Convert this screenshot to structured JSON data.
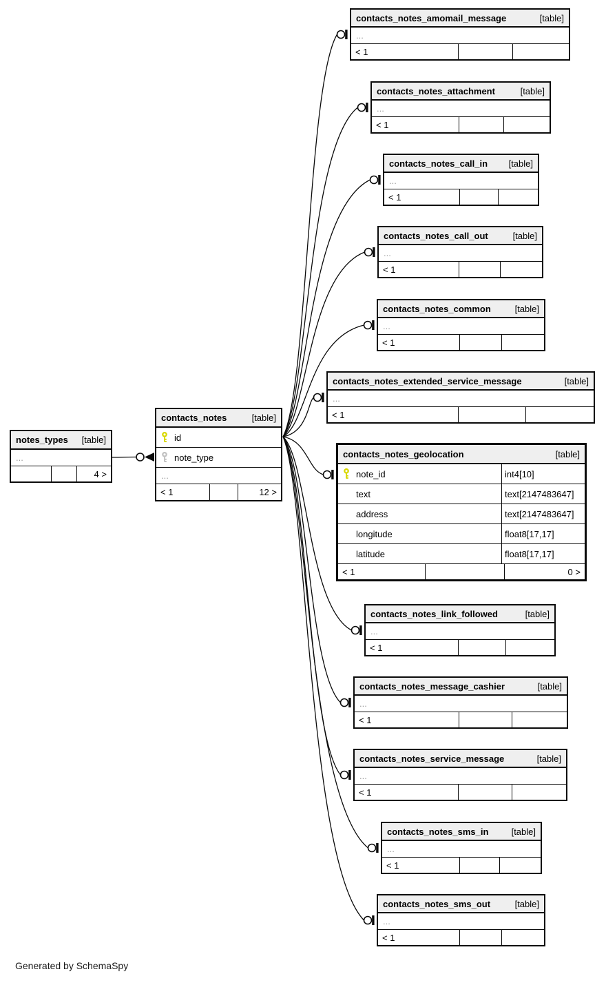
{
  "credit": "Generated by SchemaSpy",
  "colors": {
    "header_bg": "#efefef",
    "primary_key": "#d8d800",
    "foreign_key": "#c2c2c2",
    "border": "#0a0a0a",
    "ellipsis_text": "#9c9c9c"
  },
  "tables": [
    {
      "id": "notes_types",
      "name": "notes_types",
      "tag": "[table]",
      "ellipsis": "...",
      "footer": {
        "left": "",
        "mid": "",
        "right": "4 >"
      }
    },
    {
      "id": "contacts_notes",
      "name": "contacts_notes",
      "tag": "[table]",
      "columns": [
        {
          "key": "pk",
          "label": "id"
        },
        {
          "key": "fk",
          "label": "note_type"
        }
      ],
      "ellipsis": "...",
      "footer": {
        "left": "< 1",
        "mid": "",
        "right": "12 >"
      }
    },
    {
      "id": "contacts_notes_amomail_message",
      "name": "contacts_notes_amomail_message",
      "tag": "[table]",
      "ellipsis": "...",
      "footer": {
        "left": "< 1",
        "mid": "",
        "right": ""
      }
    },
    {
      "id": "contacts_notes_attachment",
      "name": "contacts_notes_attachment",
      "tag": "[table]",
      "ellipsis": "...",
      "footer": {
        "left": "< 1",
        "mid": "",
        "right": ""
      }
    },
    {
      "id": "contacts_notes_call_in",
      "name": "contacts_notes_call_in",
      "tag": "[table]",
      "ellipsis": "...",
      "footer": {
        "left": "< 1",
        "mid": "",
        "right": ""
      }
    },
    {
      "id": "contacts_notes_call_out",
      "name": "contacts_notes_call_out",
      "tag": "[table]",
      "ellipsis": "...",
      "footer": {
        "left": "< 1",
        "mid": "",
        "right": ""
      }
    },
    {
      "id": "contacts_notes_common",
      "name": "contacts_notes_common",
      "tag": "[table]",
      "ellipsis": "...",
      "footer": {
        "left": "< 1",
        "mid": "",
        "right": ""
      }
    },
    {
      "id": "contacts_notes_extended_service_message",
      "name": "contacts_notes_extended_service_message",
      "tag": "[table]",
      "ellipsis": "...",
      "footer": {
        "left": "< 1",
        "mid": "",
        "right": ""
      }
    },
    {
      "id": "contacts_notes_geolocation",
      "name": "contacts_notes_geolocation",
      "tag": "[table]",
      "columns": [
        {
          "key": "pk",
          "label": "note_id",
          "type": "int4[10]"
        },
        {
          "label": "text",
          "type": "text[2147483647]"
        },
        {
          "label": "address",
          "type": "text[2147483647]"
        },
        {
          "label": "longitude",
          "type": "float8[17,17]"
        },
        {
          "label": "latitude",
          "type": "float8[17,17]"
        }
      ],
      "footer": {
        "left": "< 1",
        "mid": "",
        "right": "0 >"
      }
    },
    {
      "id": "contacts_notes_link_followed",
      "name": "contacts_notes_link_followed",
      "tag": "[table]",
      "ellipsis": "...",
      "footer": {
        "left": "< 1",
        "mid": "",
        "right": ""
      }
    },
    {
      "id": "contacts_notes_message_cashier",
      "name": "contacts_notes_message_cashier",
      "tag": "[table]",
      "ellipsis": "...",
      "footer": {
        "left": "< 1",
        "mid": "",
        "right": ""
      }
    },
    {
      "id": "contacts_notes_service_message",
      "name": "contacts_notes_service_message",
      "tag": "[table]",
      "ellipsis": "...",
      "footer": {
        "left": "< 1",
        "mid": "",
        "right": ""
      }
    },
    {
      "id": "contacts_notes_sms_in",
      "name": "contacts_notes_sms_in",
      "tag": "[table]",
      "ellipsis": "...",
      "footer": {
        "left": "< 1",
        "mid": "",
        "right": ""
      }
    },
    {
      "id": "contacts_notes_sms_out",
      "name": "contacts_notes_sms_out",
      "tag": "[table]",
      "ellipsis": "...",
      "footer": {
        "left": "< 1",
        "mid": "",
        "right": ""
      }
    }
  ],
  "relationships": [
    {
      "source": "notes_types",
      "target": "contacts_notes"
    },
    {
      "source": "contacts_notes",
      "target": "contacts_notes_amomail_message"
    },
    {
      "source": "contacts_notes",
      "target": "contacts_notes_attachment"
    },
    {
      "source": "contacts_notes",
      "target": "contacts_notes_call_in"
    },
    {
      "source": "contacts_notes",
      "target": "contacts_notes_call_out"
    },
    {
      "source": "contacts_notes",
      "target": "contacts_notes_common"
    },
    {
      "source": "contacts_notes",
      "target": "contacts_notes_extended_service_message"
    },
    {
      "source": "contacts_notes",
      "target": "contacts_notes_geolocation"
    },
    {
      "source": "contacts_notes",
      "target": "contacts_notes_link_followed"
    },
    {
      "source": "contacts_notes",
      "target": "contacts_notes_message_cashier"
    },
    {
      "source": "contacts_notes",
      "target": "contacts_notes_service_message"
    },
    {
      "source": "contacts_notes",
      "target": "contacts_notes_sms_in"
    },
    {
      "source": "contacts_notes",
      "target": "contacts_notes_sms_out"
    }
  ]
}
